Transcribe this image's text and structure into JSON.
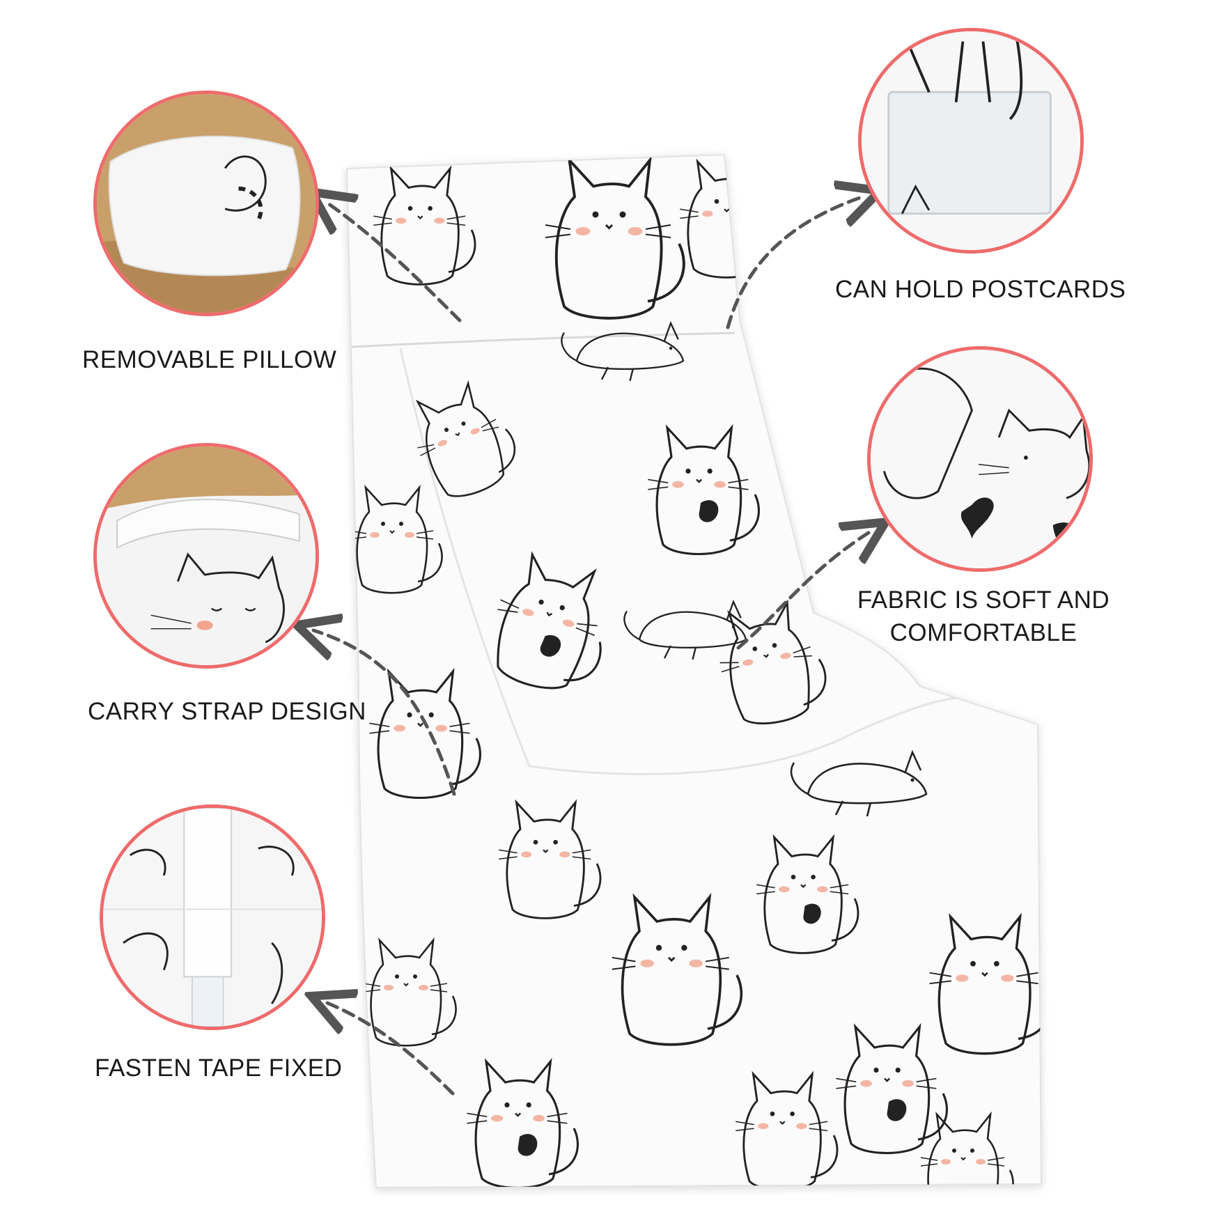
{
  "features": [
    {
      "id": "removable-pillow",
      "label": "REMOVABLE PILLOW"
    },
    {
      "id": "carry-strap",
      "label": "CARRY STRAP DESIGN"
    },
    {
      "id": "fasten-tape",
      "label": "FASTEN TAPE FIXED"
    },
    {
      "id": "postcards",
      "label": "CAN HOLD POSTCARDS"
    },
    {
      "id": "fabric",
      "label_line1": "FABRIC IS SOFT AND",
      "label_line2": "COMFORTABLE"
    }
  ],
  "colors": {
    "callout_border": "#ee6b6b",
    "arrow": "#555555",
    "line_art": "#222222",
    "blush": "#f2a58e",
    "fabric": "#fbfbfb",
    "bed_tan": "#c9a06a"
  },
  "icons": [
    "cat-line-art",
    "dashed-arrow"
  ]
}
